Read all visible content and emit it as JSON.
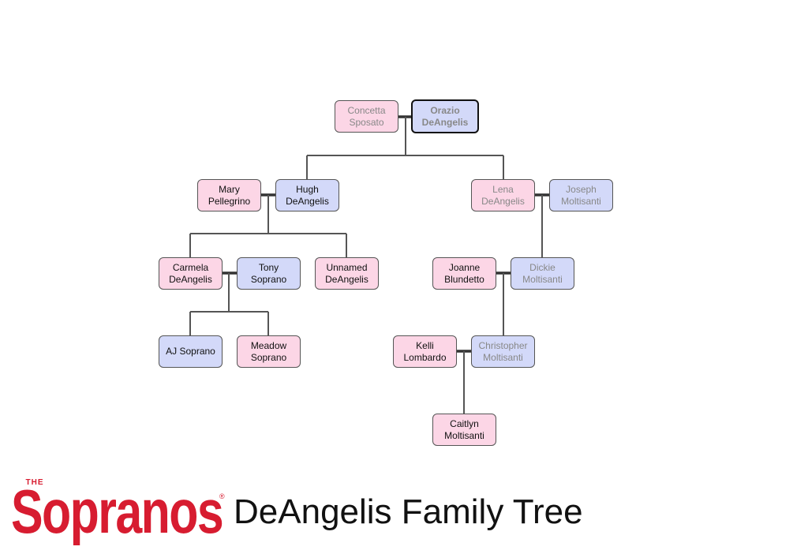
{
  "title": "DeAngelis Family Tree",
  "logo": {
    "small": "THE",
    "main": "Sopranos",
    "mark": "®"
  },
  "nodes": {
    "concetta": {
      "first": "Concetta",
      "last": "Sposato"
    },
    "orazio": {
      "first": "Orazio",
      "last": "DeAngelis"
    },
    "mary": {
      "first": "Mary",
      "last": "Pellegrino"
    },
    "hugh": {
      "first": "Hugh",
      "last": "DeAngelis"
    },
    "lena": {
      "first": "Lena",
      "last": "DeAngelis"
    },
    "joseph": {
      "first": "Joseph",
      "last": "Moltisanti"
    },
    "carmela": {
      "first": "Carmela",
      "last": "DeAngelis"
    },
    "tony": {
      "first": "Tony",
      "last": "Soprano"
    },
    "unnamed": {
      "first": "Unnamed",
      "last": "DeAngelis"
    },
    "joanne": {
      "first": "Joanne",
      "last": "Blundetto"
    },
    "dickie": {
      "first": "Dickie",
      "last": "Moltisanti"
    },
    "aj": {
      "first": "AJ Soprano",
      "last": ""
    },
    "meadow": {
      "first": "Meadow",
      "last": "Soprano"
    },
    "kelli": {
      "first": "Kelli",
      "last": "Lombardo"
    },
    "christopher": {
      "first": "Christopher",
      "last": "Moltisanti"
    },
    "caitlyn": {
      "first": "Caitlyn",
      "last": "Moltisanti"
    }
  },
  "colors": {
    "female": "#fcd6e6",
    "male": "#d3d9f9",
    "line": "#555555",
    "logo": "#d71c30"
  }
}
